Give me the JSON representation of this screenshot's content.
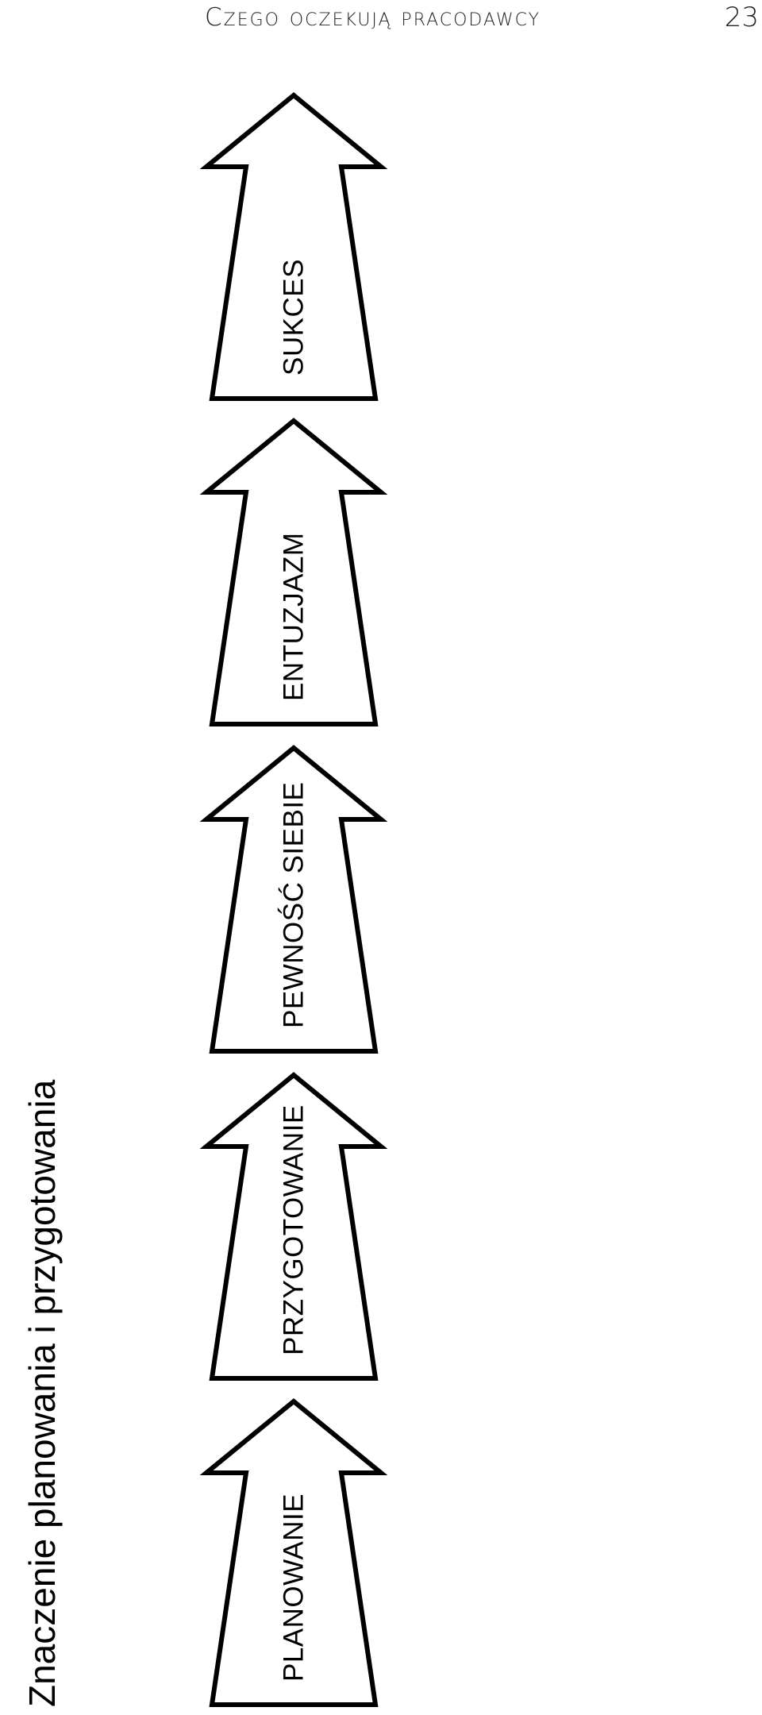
{
  "header": {
    "running_title": "Czego oczekują pracodawcy",
    "page_number": "23"
  },
  "figure": {
    "caption": "Znaczenie planowania i przygotowania",
    "arrows": [
      {
        "label": "SUKCES"
      },
      {
        "label": "ENTUZJAZM"
      },
      {
        "label": "PEWNOŚĆ SIEBIE"
      },
      {
        "label": "PRZYGOTOWANIE"
      },
      {
        "label": "PLANOWANIE"
      }
    ]
  }
}
